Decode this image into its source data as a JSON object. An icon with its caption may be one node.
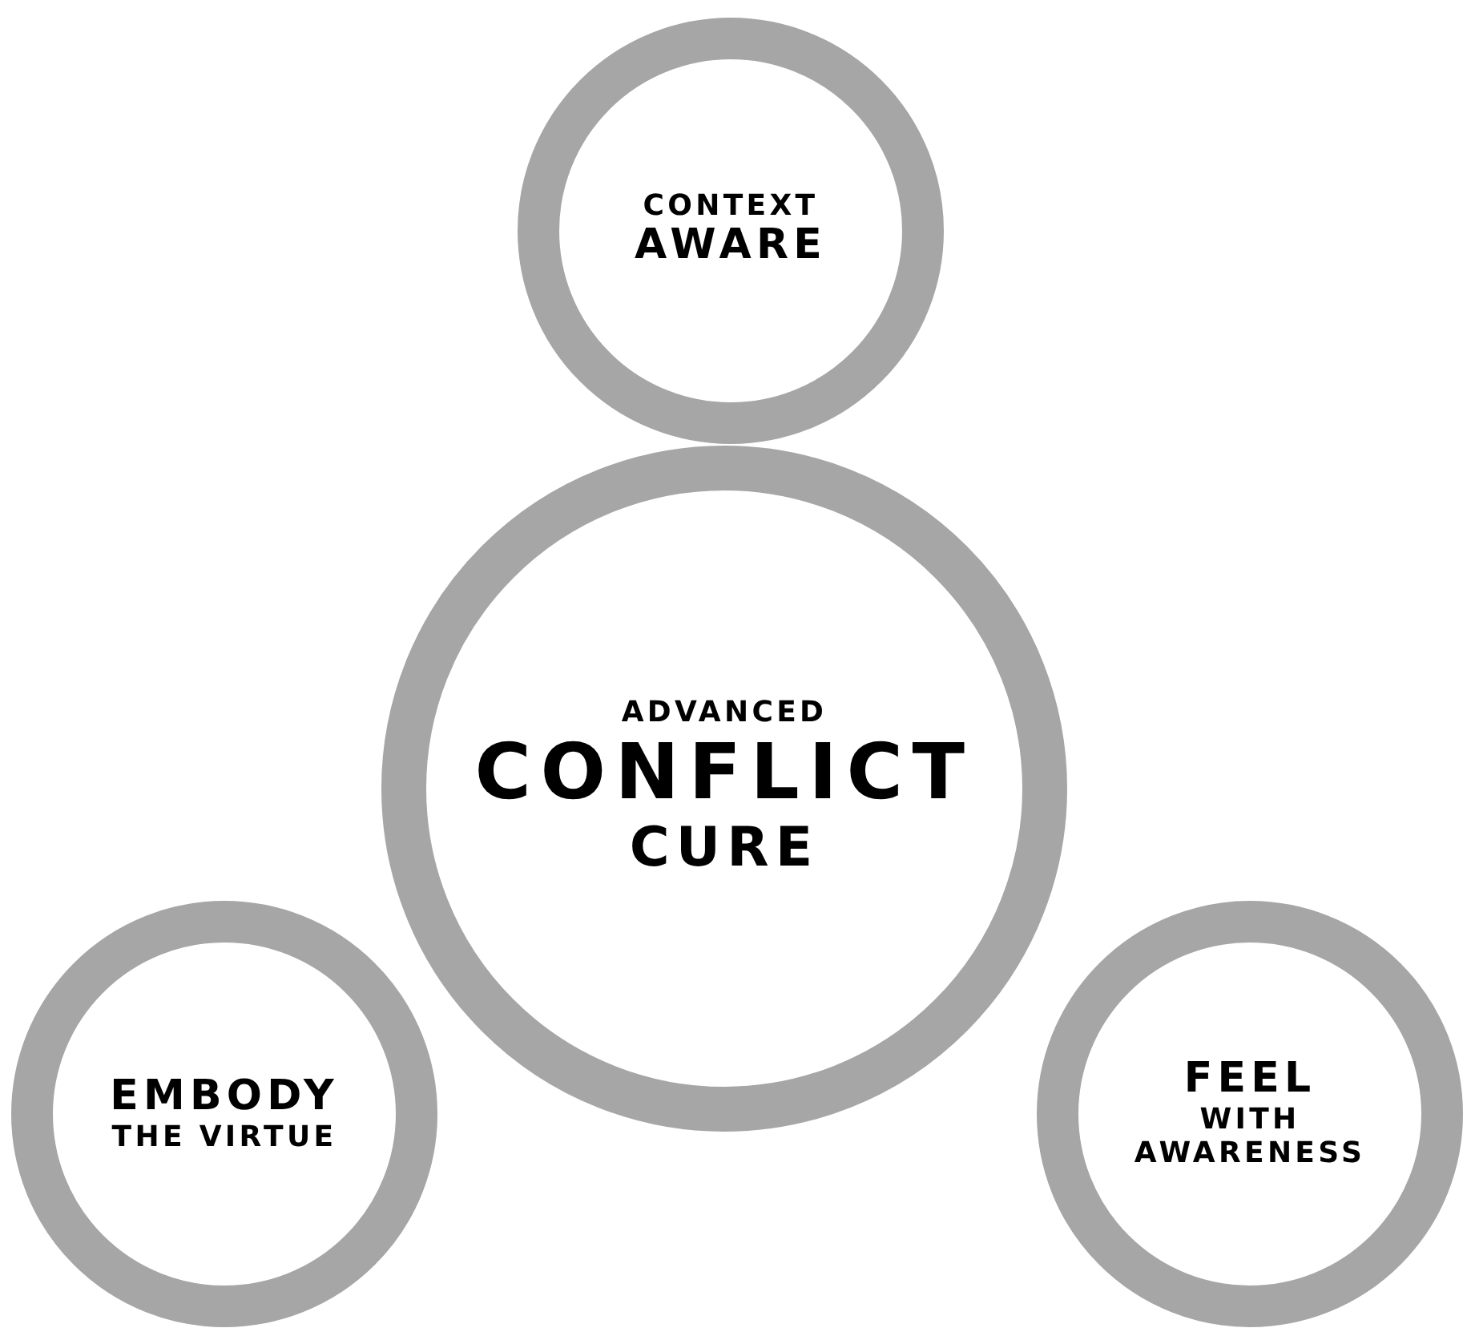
{
  "diagram": {
    "nodes": [
      {
        "text": [
          "ADVANCED",
          "CONFLICT",
          "CURE"
        ]
      },
      {
        "text": [
          "CONTEXT",
          "AWARE"
        ]
      },
      {
        "text": [
          "EMBODY",
          "THE VIRTUE"
        ]
      },
      {
        "text": [
          "FEEL",
          "WITH AWARENESS"
        ]
      }
    ],
    "edges": []
  }
}
